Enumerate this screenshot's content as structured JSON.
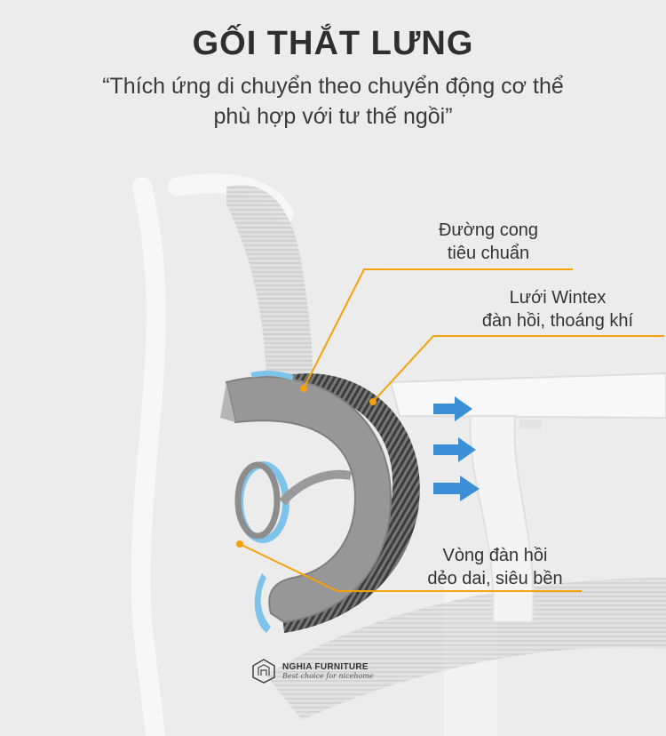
{
  "header": {
    "title": "GỐI THẮT LƯNG",
    "subtitle_line1": "“Thích ứng di chuyển theo chuyển động cơ thể",
    "subtitle_line2": "phù hợp với tư thế ngồi”"
  },
  "callouts": [
    {
      "line1": "Đường cong",
      "line2": "tiêu chuẩn"
    },
    {
      "line1": "Lưới Wintex",
      "line2": "đàn hồi, thoáng khí"
    },
    {
      "line1": "Vòng đàn hồi",
      "line2": "dẻo dai, siêu bền"
    }
  ],
  "brand": {
    "name": "NGHIA FURNITURE",
    "tagline": "Best choice for nicehome"
  },
  "colors": {
    "accent": "#f5a20a",
    "arrow": "#3a8fd6",
    "spring_blue": "#7ec3ea",
    "pad": "#8f8f8f",
    "mesh": "#4a4a4a"
  },
  "icons": [
    "brand-logo-icon",
    "airflow-arrow-icon"
  ]
}
